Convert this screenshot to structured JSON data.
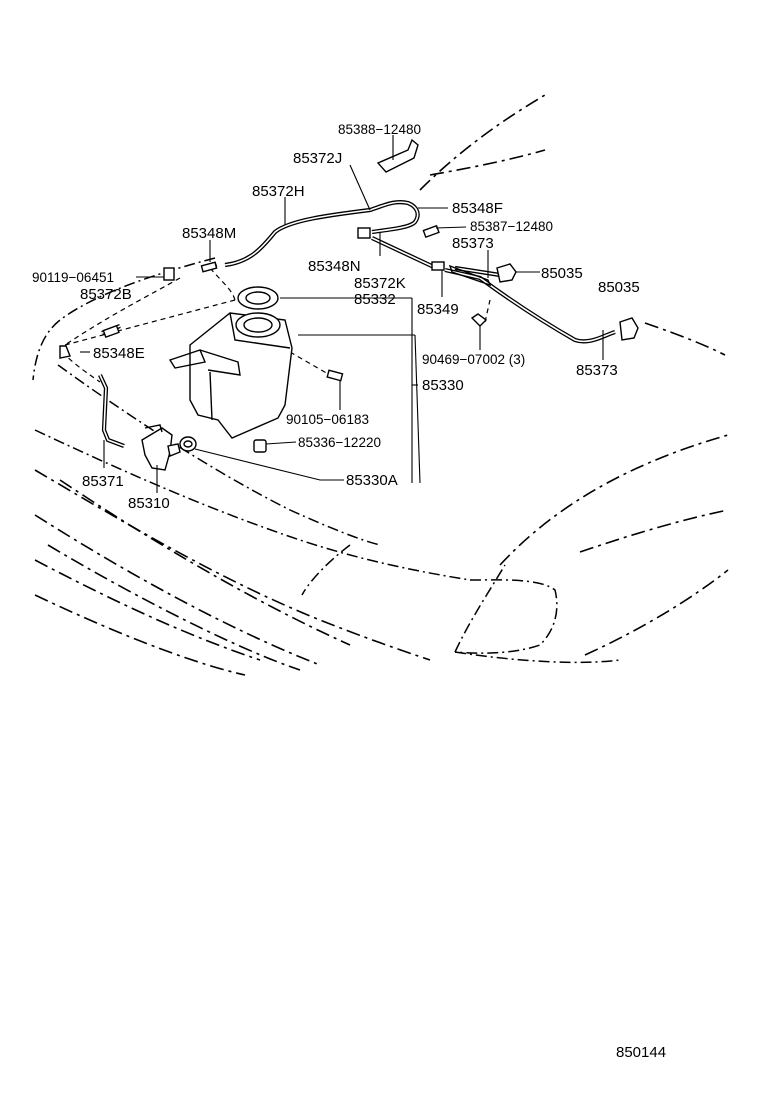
{
  "diagram_id": "850144",
  "labels": {
    "p85388_12480": "85388−12480",
    "p85372J": "85372J",
    "p85372H": "85372H",
    "p85348F": "85348F",
    "p85387_12480": "85387−12480",
    "p85348M": "85348M",
    "p85373_top": "85373",
    "p90119_06451": "90119−06451",
    "p85348N": "85348N",
    "p85035_a": "85035",
    "p85372K": "85372K",
    "p85035_b": "85035",
    "p85372B": "85372B",
    "p85332": "85332",
    "p85349": "85349",
    "p85348E": "85348E",
    "p90469_07002": "90469−07002 (3)",
    "p85373_bottom": "85373",
    "p85330": "85330",
    "p90105_06183": "90105−06183",
    "p85336_12220": "85336−12220",
    "p85371": "85371",
    "p85330A": "85330A",
    "p85310": "85310"
  }
}
